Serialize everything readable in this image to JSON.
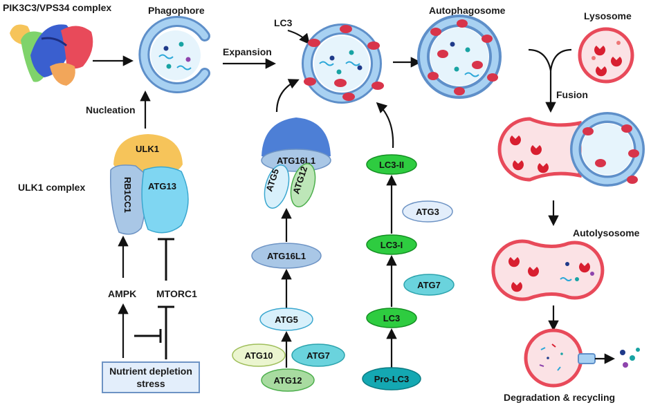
{
  "labels": {
    "pik3c3_complex": "PIK3C3/VPS34 complex",
    "phagophore": "Phagophore",
    "expansion": "Expansion",
    "lc3_marker": "LC3",
    "autophagosome": "Autophagosome",
    "lysosome": "Lysosome",
    "fusion": "Fusion",
    "nucleation": "Nucleation",
    "ulk1_complex": "ULK1 complex",
    "autolysosome": "Autolysosome",
    "degradation": "Degradation & recycling"
  },
  "ulk1": {
    "ulk1": "ULK1",
    "rb1cc1": "RB1CC1",
    "atg13": "ATG13"
  },
  "regulators": {
    "ampk": "AMPK",
    "mtorc1": "MTORC1",
    "stress_line1": "Nutrient depletion",
    "stress_line2": "stress"
  },
  "atg_pathway": {
    "atg16l1_top": "ATG16L1",
    "atg5_top": "ATG5",
    "atg12_top": "ATG12",
    "atg16l1": "ATG16L1",
    "atg5": "ATG5",
    "atg10": "ATG10",
    "atg7": "ATG7",
    "atg12": "ATG12"
  },
  "lc3_pathway": {
    "lc3_ii": "LC3-II",
    "atg3": "ATG3",
    "lc3_i": "LC3-I",
    "atg7": "ATG7",
    "lc3": "LC3",
    "pro_lc3": "Pro-LC3"
  },
  "colors": {
    "membrane_blue": "#7eb6e6",
    "lumen_blue": "#e6f4fc",
    "lysosome_red": "#e84a5a",
    "lc3_green": "#2ecc40",
    "atg_blue": "#a9c7e6",
    "ulk1_yellow": "#f6c45a",
    "cyan_node": "#6ad3dd"
  }
}
